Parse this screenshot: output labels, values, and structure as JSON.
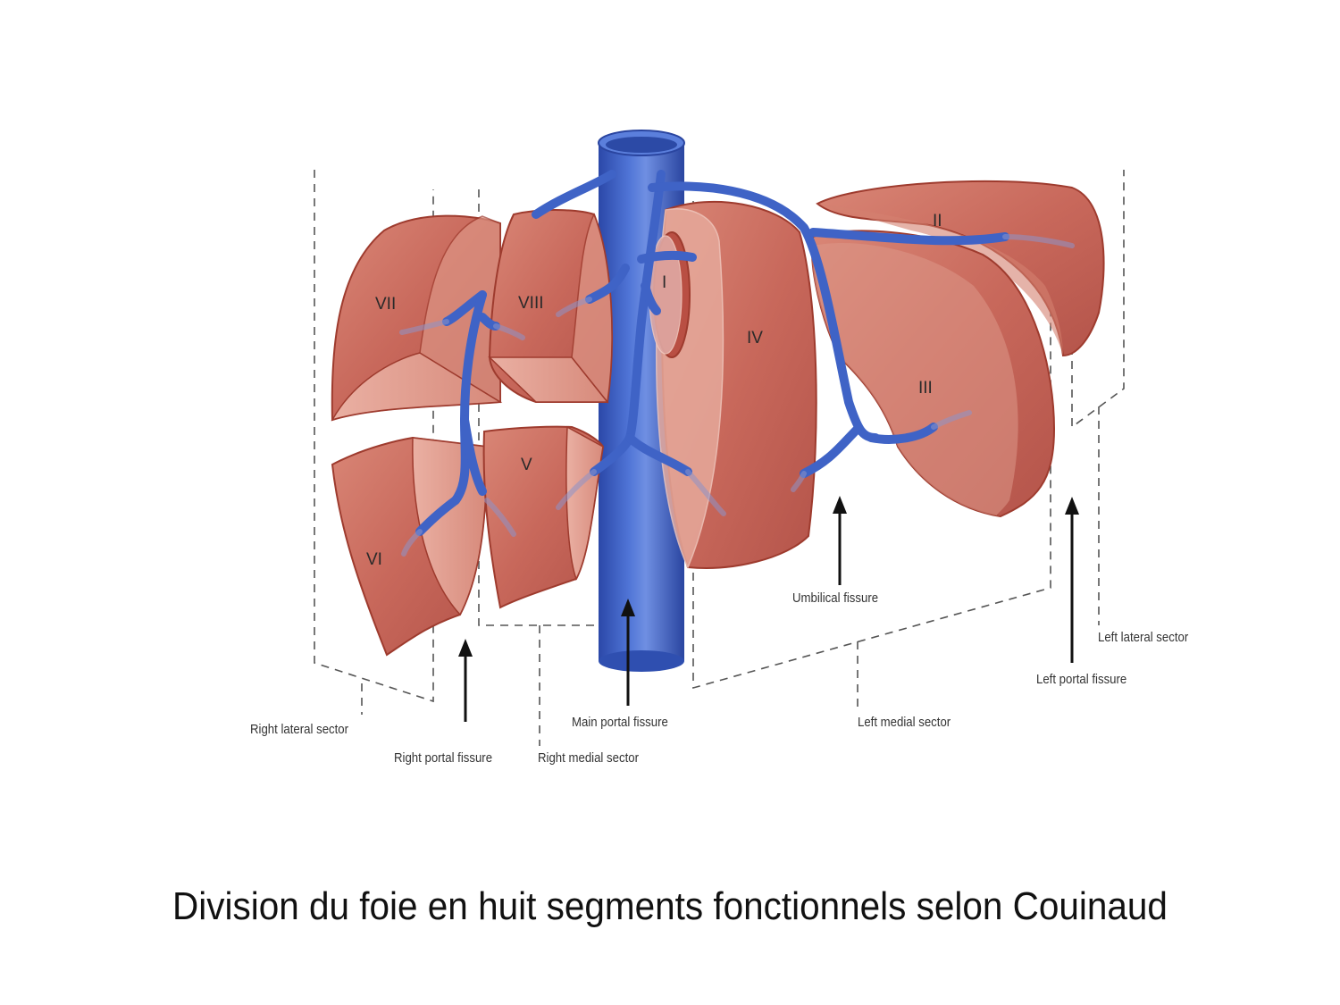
{
  "figure": {
    "segments": [
      {
        "id": "I",
        "label": "I"
      },
      {
        "id": "II",
        "label": "II"
      },
      {
        "id": "III",
        "label": "III"
      },
      {
        "id": "IV",
        "label": "IV"
      },
      {
        "id": "V",
        "label": "V"
      },
      {
        "id": "VI",
        "label": "VI"
      },
      {
        "id": "VII",
        "label": "VII"
      },
      {
        "id": "VIII",
        "label": "VIII"
      }
    ],
    "labels": {
      "right_lateral_sector": "Right lateral sector",
      "right_portal_fissure": "Right portal fissure",
      "right_medial_sector": "Right medial sector",
      "main_portal_fissure": "Main portal fissure",
      "umbilical_fissure": "Umbilical fissure",
      "left_medial_sector": "Left medial sector",
      "left_portal_fissure": "Left portal fissure",
      "left_lateral_sector": "Left lateral sector"
    },
    "colors": {
      "liver": "#c96a5e",
      "liver_light": "#e3a597",
      "liver_edge": "#9e3b2e",
      "vein": "#3f63c6",
      "vein_dark": "#2a45a0",
      "vein_light": "#7e9be6"
    }
  },
  "caption": "Division du foie en huit segments fonctionnels selon Couinaud"
}
